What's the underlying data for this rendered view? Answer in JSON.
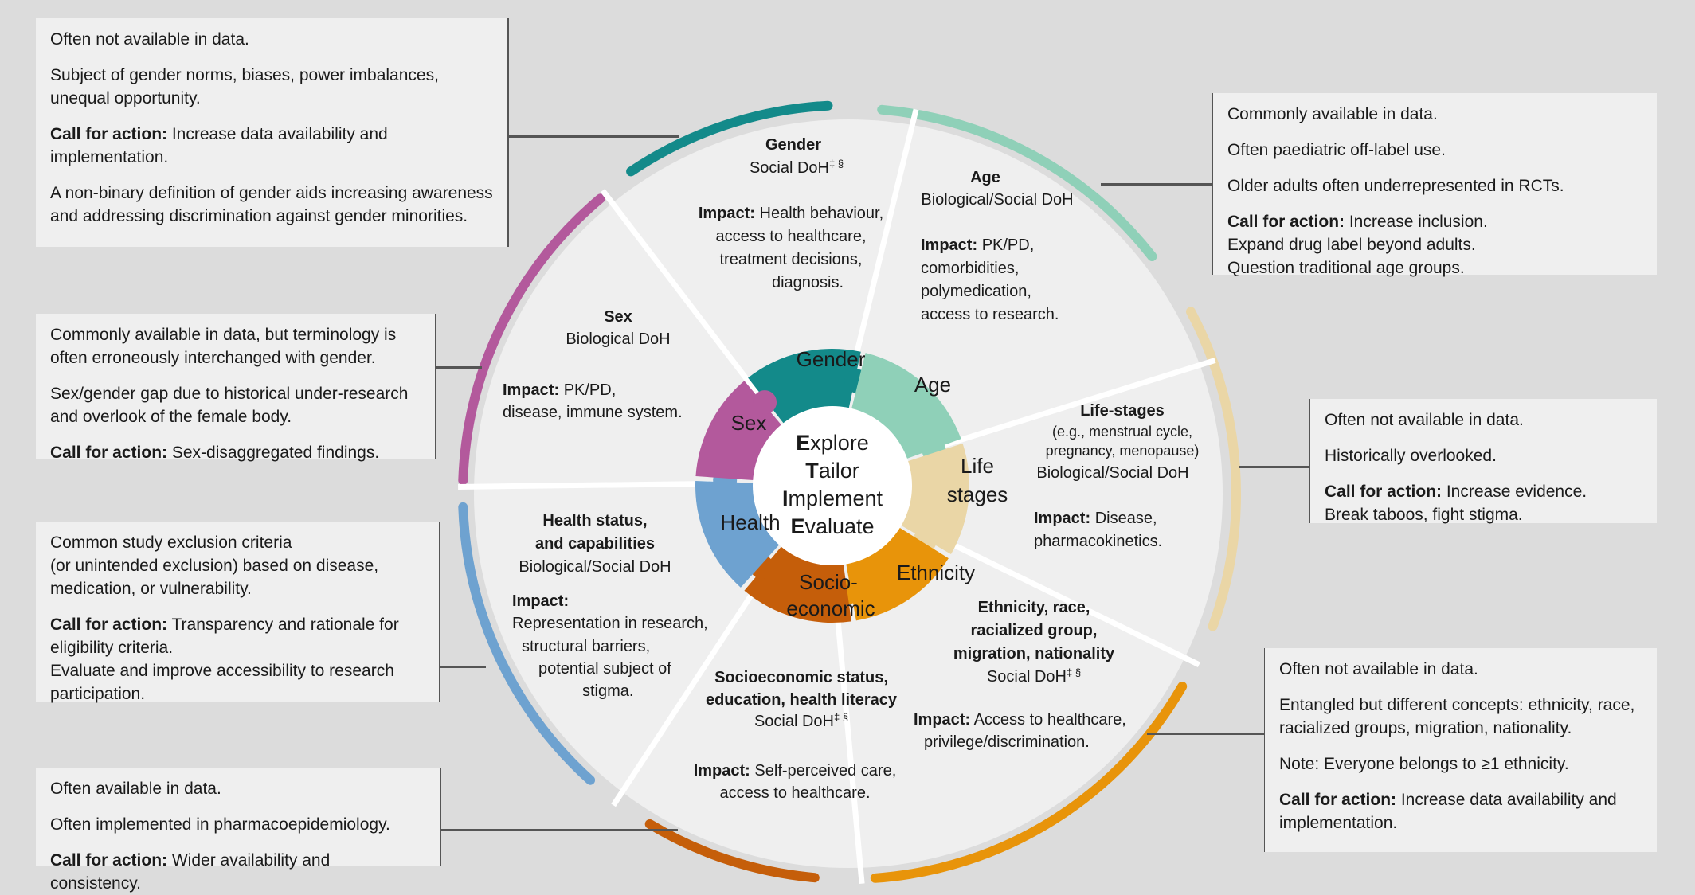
{
  "center": {
    "lines": [
      {
        "initial": "E",
        "rest": "xplore"
      },
      {
        "initial": "T",
        "rest": "ailor"
      },
      {
        "initial": "I",
        "rest": "mplement"
      },
      {
        "initial": "E",
        "rest": "valuate"
      }
    ]
  },
  "puzzle": {
    "gender": {
      "label": "Gender",
      "color": "#138a8a"
    },
    "age": {
      "label": "Age",
      "color": "#8fd0b8"
    },
    "life": {
      "label1": "Life",
      "label2": "stages",
      "color": "#ead6a6"
    },
    "ethnicity": {
      "label": "Ethnicity",
      "color": "#e8940a"
    },
    "socio": {
      "label1": "Socio-",
      "label2": "economic",
      "color": "#c55e0a"
    },
    "health": {
      "label": "Health",
      "color": "#6ea2d0"
    },
    "sex": {
      "label": "Sex",
      "color": "#b3599c"
    }
  },
  "arcs": {
    "gender": "#138a8a",
    "age": "#8fd0b8",
    "life": "#ead6a6",
    "ethnicity": "#e8940a",
    "socio": "#c55e0a",
    "health": "#6ea2d0",
    "sex": "#b3599c"
  },
  "segments": {
    "gender": {
      "title": "Gender",
      "subtitle": "Social DoH",
      "marks": "‡ §",
      "impact_label": "Impact:",
      "impact": [
        "Health behaviour,",
        "access to healthcare,",
        "treatment decisions,",
        "diagnosis."
      ]
    },
    "age": {
      "title": "Age",
      "subtitle": "Biological/Social DoH",
      "impact_label": "Impact:",
      "impact": [
        "PK/PD,",
        "comorbidities,",
        "polymedication,",
        "access to research."
      ]
    },
    "life": {
      "title": "Life-stages",
      "note1": "(e.g., menstrual cycle,",
      "note2": "pregnancy, menopause)",
      "subtitle": "Biological/Social DoH",
      "impact_label": "Impact:",
      "impact": [
        "Disease,",
        "pharmacokinetics."
      ]
    },
    "ethnicity": {
      "title_lines": [
        "Ethnicity, race,",
        "racialized group,",
        "migration, nationality"
      ],
      "subtitle": "Social DoH",
      "marks": "‡ §",
      "impact_label": "Impact:",
      "impact": [
        "Access to healthcare,",
        "privilege/discrimination."
      ]
    },
    "socio": {
      "title_lines": [
        "Socioeconomic status,",
        "education, health literacy"
      ],
      "subtitle": "Social DoH",
      "marks": "‡ §",
      "impact_label": "Impact:",
      "impact": [
        "Self-perceived care,",
        "access to healthcare."
      ]
    },
    "health": {
      "title_lines": [
        "Health status,",
        "and capabilities"
      ],
      "subtitle": "Biological/Social DoH",
      "impact_label": "Impact:",
      "impact": [
        "Representation in research,",
        "structural  barriers,",
        "potential subject of",
        "stigma."
      ]
    },
    "sex": {
      "title": "Sex",
      "subtitle": "Biological DoH",
      "impact_label": "Impact:",
      "impact": [
        "PK/PD,",
        "disease, immune system."
      ]
    }
  },
  "boxes": {
    "gender": {
      "p1": "Often not available in data.",
      "p2": "Subject of gender norms, biases, power imbalances, unequal opportunity.",
      "p3_bold": "Call for action:",
      "p3": " Increase data availability and implementation.",
      "p4": "A non-binary definition of gender aids increasing awareness and addressing  discrimination against gender minorities."
    },
    "sex": {
      "p1": "Commonly available in data, but terminology is often erroneously interchanged with gender.",
      "p2": "Sex/gender gap due to historical under-research and overlook of the female body.",
      "p3_bold": "Call for action:",
      "p3": " Sex-disaggregated findings."
    },
    "health": {
      "p1a": "Common study exclusion criteria",
      "p1b": "(or unintended exclusion) based on disease, medication, or vulnerability.",
      "p2_bold": "Call for action:",
      "p2": " Transparency and rationale for eligibility criteria.",
      "p2b": "Evaluate and improve accessibility to research participation."
    },
    "socio": {
      "p1": "Often available in data.",
      "p2": "Often implemented in pharmacoepidemiology.",
      "p3_bold": "Call for action:",
      "p3": " Wider availability and consistency."
    },
    "age": {
      "p1": "Commonly available in data.",
      "p2": "Often paediatric off-label use.",
      "p3": "Older adults often underrepresented in RCTs.",
      "p4_bold": "Call for action:",
      "p4": " Increase inclusion.",
      "p4b": "Expand drug label beyond adults.",
      "p4c": "Question traditional age groups."
    },
    "life": {
      "p1": "Often not available in data.",
      "p2": "Historically overlooked.",
      "p3_bold": "Call for action:",
      "p3": " Increase evidence.",
      "p3b": "Break taboos, fight stigma."
    },
    "ethnicity": {
      "p1": "Often not available in data.",
      "p2": "Entangled but different concepts: ethnicity, race, racialized groups, migration, nationality.",
      "p3": "Note: Everyone belongs to ≥1 ethnicity.",
      "p4_bold": "Call for action:",
      "p4": " Increase data availability and implementation."
    }
  }
}
